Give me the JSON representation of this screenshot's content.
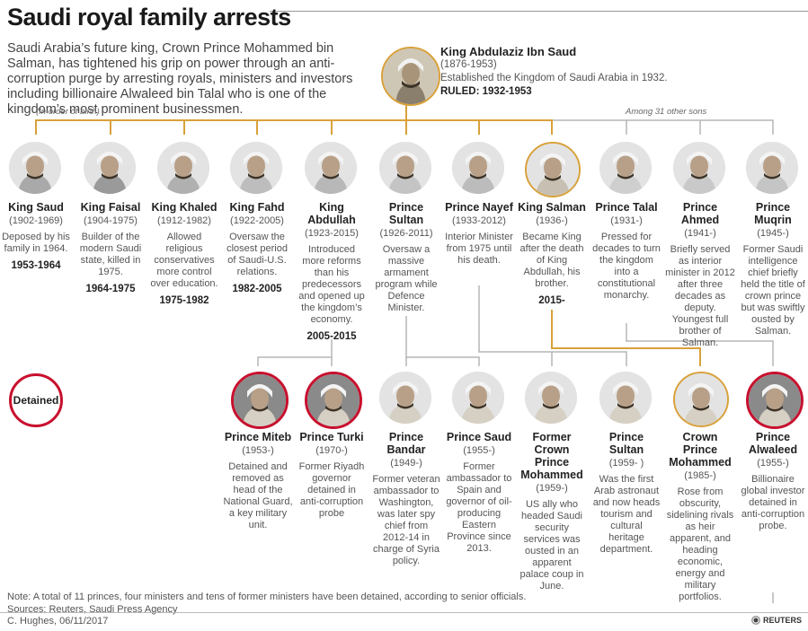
{
  "title": "Saudi royal family arrests",
  "intro": "Saudi Arabia’s future king, Crown Prince Mohammed bin Salman, has tightened his grip on power through an anti-corruption purge by arresting royals, ministers and investors including billionaire Alwaleed bin Talal who is one of the kingdom’s most prominent businessmen.",
  "founder": {
    "name": "King Abdulaziz Ibn Saud",
    "years": "(1876-1953)",
    "desc": "Established the Kingdom of Saudi Arabia in 1932.",
    "ruled": "RULED: 1932-1953"
  },
  "labels": {
    "order": "(In order of birth)",
    "among": "Among 31 other sons",
    "detained": "Detained"
  },
  "sons": [
    {
      "name": "King Saud",
      "years": "(1902-1969)",
      "desc": "Deposed by his family in 1964.",
      "reign": "1953-1964"
    },
    {
      "name": "King Faisal",
      "years": "(1904-1975)",
      "desc": "Builder of the modern Saudi state, killed in 1975.",
      "reign": "1964-1975"
    },
    {
      "name": "King Khaled",
      "years": "(1912-1982)",
      "desc": "Allowed religious conservatives more control over education.",
      "reign": "1975-1982"
    },
    {
      "name": "King Fahd",
      "years": "(1922-2005)",
      "desc": "Oversaw the closest period of Saudi-U.S. relations.",
      "reign": "1982-2005"
    },
    {
      "name": "King Abdullah",
      "years": "(1923-2015)",
      "desc": "Introduced more reforms than his predecessors and opened up the kingdom’s economy.",
      "reign": "2005-2015"
    },
    {
      "name": "Prince Sultan",
      "years": "(1926-2011)",
      "desc": "Oversaw a massive armament program while Defence Minister.",
      "reign": ""
    },
    {
      "name": "Prince Nayef",
      "years": "(1933-2012)",
      "desc": "Interior Minister from 1975 until his death.",
      "reign": ""
    },
    {
      "name": "King Salman",
      "years": "(1936-)",
      "desc": "Became King after the death of King Abdullah, his brother.",
      "reign": "2015-"
    },
    {
      "name": "Prince Talal",
      "years": "(1931-)",
      "desc": "Pressed for decades to turn the kingdom into a constitutional monarchy.",
      "reign": ""
    },
    {
      "name": "Prince Ahmed",
      "years": "(1941-)",
      "desc": "Briefly served as interior minister in 2012 after three decades as deputy. Youngest full brother of Salman.",
      "reign": ""
    },
    {
      "name": "Prince Muqrin",
      "years": "(1945-)",
      "desc": "Former Saudi intelligence chief briefly held the title of crown prince but was swiftly ousted by Salman.",
      "reign": ""
    }
  ],
  "grandsons": [
    {
      "name": "Prince Miteb",
      "years": "(1953-)",
      "desc": "Detained and removed as head of the National Guard, a key military unit."
    },
    {
      "name": "Prince Turki",
      "years": "(1970-)",
      "desc": "Former Riyadh governor detained in anti-corruption probe"
    },
    {
      "name": "Prince Bandar",
      "years": "(1949-)",
      "desc": "Former veteran ambassador to Washington, was later spy chief from 2012-14 in charge of Syria policy."
    },
    {
      "name": "Prince Saud",
      "years": "(1955-)",
      "desc": "Former ambassador to Spain and governor of oil-producing Eastern Province since 2013."
    },
    {
      "name": "Former Crown Prince Mohammed",
      "years": "(1959-)",
      "desc": "US ally who headed Saudi security services was ousted in an apparent palace coup in June."
    },
    {
      "name": "Prince Sultan",
      "years": "(1959- )",
      "desc": "Was the first Arab astronaut and now heads tourism and cultural heritage department."
    },
    {
      "name": "Crown Prince Mohammed",
      "years": "(1985-)",
      "desc": "Rose from obscurity, sidelining rivals as heir apparent, and heading economic, energy and military portfolios."
    },
    {
      "name": "Prince Alwaleed",
      "years": "(1955-)",
      "desc": "Billionaire global investor detained in anti-corruption probe."
    }
  ],
  "footer": {
    "note": "Note: A total of 11 princes, four ministers and tens of former ministers have been detained, according to  senior officials.",
    "sources": "Sources: Reuters, Saudi Press Agency",
    "credit": "C. Hughes, 06/11/2017",
    "brand": "REUTERS"
  },
  "colors": {
    "gold": "#d8a13a",
    "red": "#c8102e",
    "grey_line": "#b5b5b5"
  }
}
